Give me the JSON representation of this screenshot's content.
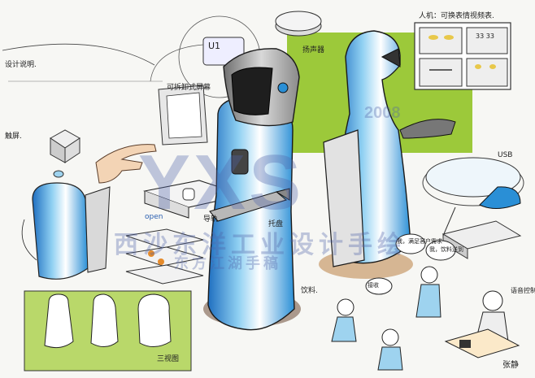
{
  "labels": {
    "face_title": "人机：可换表情视频表.",
    "design_label": "设计说明.",
    "touch_screen": "触屏.",
    "ui_label": "U1",
    "removable_screen": "可拆卸式屏幕",
    "open_label": "open",
    "track": "导轨",
    "tray": "托盘",
    "usb": "USB",
    "three_views": "三视图",
    "speaker": "扬声器",
    "drinks": "饮料.",
    "receive": "接收",
    "voice_control": "语音控制",
    "bubble_1": "我，满足客户需求",
    "bubble_2": "我，饮料送到",
    "signature": "张静",
    "face_333": "33 33"
  },
  "watermark": {
    "big": "YXS",
    "year": "2008",
    "line1": "西沙东洋工业设计手绘",
    "line2": "东方江湖手稿"
  },
  "colors": {
    "green": "#9cc93a",
    "blue": "#2a8fd6",
    "light_blue": "#9ed3ef",
    "grey": "#9a9a9a",
    "dark": "#2a2a2a"
  }
}
